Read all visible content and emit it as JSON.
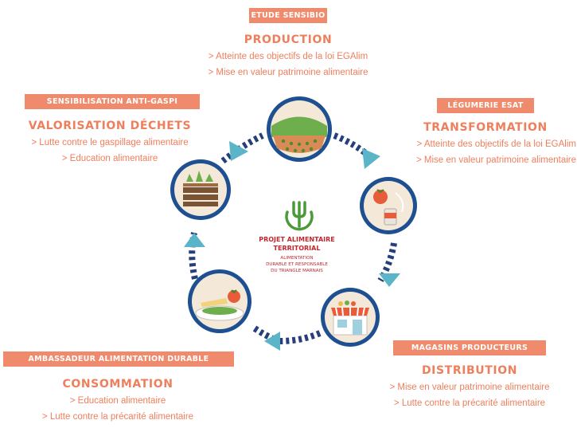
{
  "colors": {
    "accent": "#f08a6c",
    "text_orange": "#ee7f5d",
    "arrow": "#5bb5c8",
    "dash": "#263f7a",
    "circle_fill": "#1d4f91",
    "logo_green": "#4a9a3a",
    "logo_red": "#c4262e"
  },
  "production": {
    "badge": "ETUDE SENSIBIO",
    "title": "PRODUCTION",
    "items": [
      "> Atteinte des objectifs de la loi EGAlim",
      "> Mise en valeur patrimoine alimentaire"
    ],
    "icon": "farm-field-icon"
  },
  "transformation": {
    "badge": "LÉGUMERIE ESAT",
    "title": "TRANSFORMATION",
    "items": [
      "> Atteinte des objectifs de la loi EGAlim",
      "> Mise en valeur patrimoine alimentaire"
    ],
    "icon": "tomato-can-icon"
  },
  "distribution": {
    "badge": "MAGASINS PRODUCTEURS",
    "title": "DISTRIBUTION",
    "items": [
      "> Mise en valeur patrimoine alimentaire",
      "> Lutte contre la précarité alimentaire"
    ],
    "icon": "shop-icon"
  },
  "consommation": {
    "badge": "AMBASSADEUR ALIMENTATION DURABLE",
    "title": "CONSOMMATION",
    "items": [
      "> Education alimentaire",
      "> Lutte contre la précarité alimentaire"
    ],
    "icon": "meal-plate-icon"
  },
  "valorisation": {
    "badge": "SENSIBILISATION ANTI-GASPI",
    "title": "VALORISATION DÉCHETS",
    "items": [
      "> Lutte contre le gaspillage alimentaire",
      "> Education alimentaire"
    ],
    "icon": "vegetable-crate-icon"
  },
  "center_logo": {
    "title_line1": "PROJET ALIMENTAIRE",
    "title_line2": "TERRITORIAL",
    "sub_line1": "ALIMENTATION",
    "sub_line2": "DURABLE ET RESPONSABLE",
    "sub_line3": "DU TRIANGLE MARNAIS",
    "icon": "fork-icon"
  }
}
